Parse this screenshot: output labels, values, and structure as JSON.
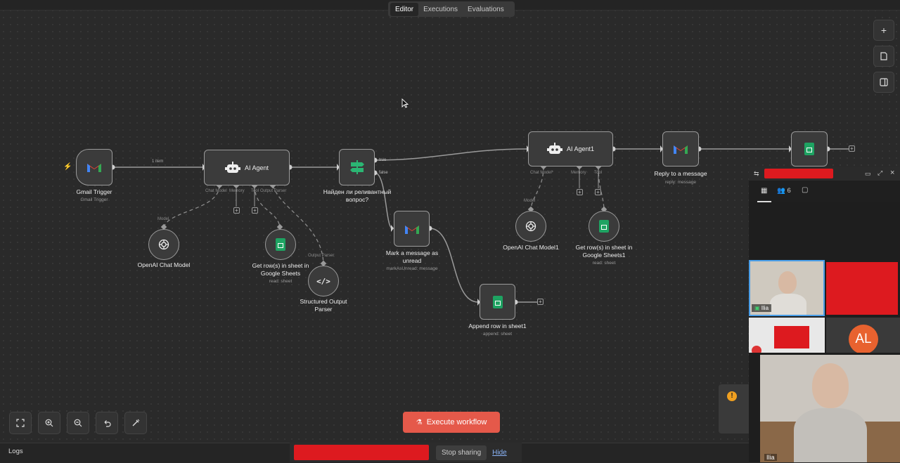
{
  "header": {
    "tabs": [
      {
        "label": "Editor",
        "active": true
      },
      {
        "label": "Executions",
        "active": false
      },
      {
        "label": "Evaluations",
        "active": false
      }
    ]
  },
  "right_toolbar": {
    "add_icon": "+",
    "sticky_icon": "note-icon",
    "panel_icon": "panel-icon"
  },
  "canvas": {
    "edge_label": "1 item",
    "nodes": {
      "gmail_trigger": {
        "title": "Gmail Trigger",
        "subtitle": "Gmail Trigger"
      },
      "ai_agent": {
        "title": "AI Agent",
        "ports": [
          "Chat Model",
          "Memory",
          "Tool",
          "Output Parser"
        ]
      },
      "if_node": {
        "title": "Найден ли реливантный вопрос?",
        "branch_true": "true",
        "branch_false": "false"
      },
      "openai_model": {
        "title": "OpenAI Chat Model",
        "port_label": "Model"
      },
      "get_rows": {
        "title": "Get row(s) in sheet in Google Sheets",
        "subtitle": "read: sheet"
      },
      "output_parser": {
        "title": "Structured Output Parser",
        "port_label": "Output Parser"
      },
      "mark_unread": {
        "title": "Mark a message as unread",
        "subtitle": "markAsUnread: message"
      },
      "append_row": {
        "title": "Append row in sheet1",
        "subtitle": "append: sheet"
      },
      "ai_agent1": {
        "title": "AI Agent1",
        "ports": [
          "Chat Model*",
          "Memory",
          "Tool"
        ]
      },
      "openai_model1": {
        "title": "OpenAI Chat Model1",
        "port_label": "Model"
      },
      "get_rows1": {
        "title": "Get row(s) in sheet in Google Sheets1",
        "subtitle": "read: sheet"
      },
      "reply": {
        "title": "Reply to a message",
        "subtitle": "reply: message"
      }
    }
  },
  "bottom": {
    "execute_label": "Execute workflow",
    "logs_label": "Logs",
    "stop_sharing_label": "Stop sharing",
    "hide_label": "Hide"
  },
  "meeting": {
    "participants_count": "6",
    "participants": [
      {
        "name": "Ilia"
      },
      {
        "initials": "AL"
      },
      {
        "name": "Ilia"
      }
    ]
  },
  "colors": {
    "accent": "#e5594a",
    "gmail_red": "#ea4335",
    "sheets_green": "#1ea362",
    "redaction": "#dd1a1f"
  }
}
